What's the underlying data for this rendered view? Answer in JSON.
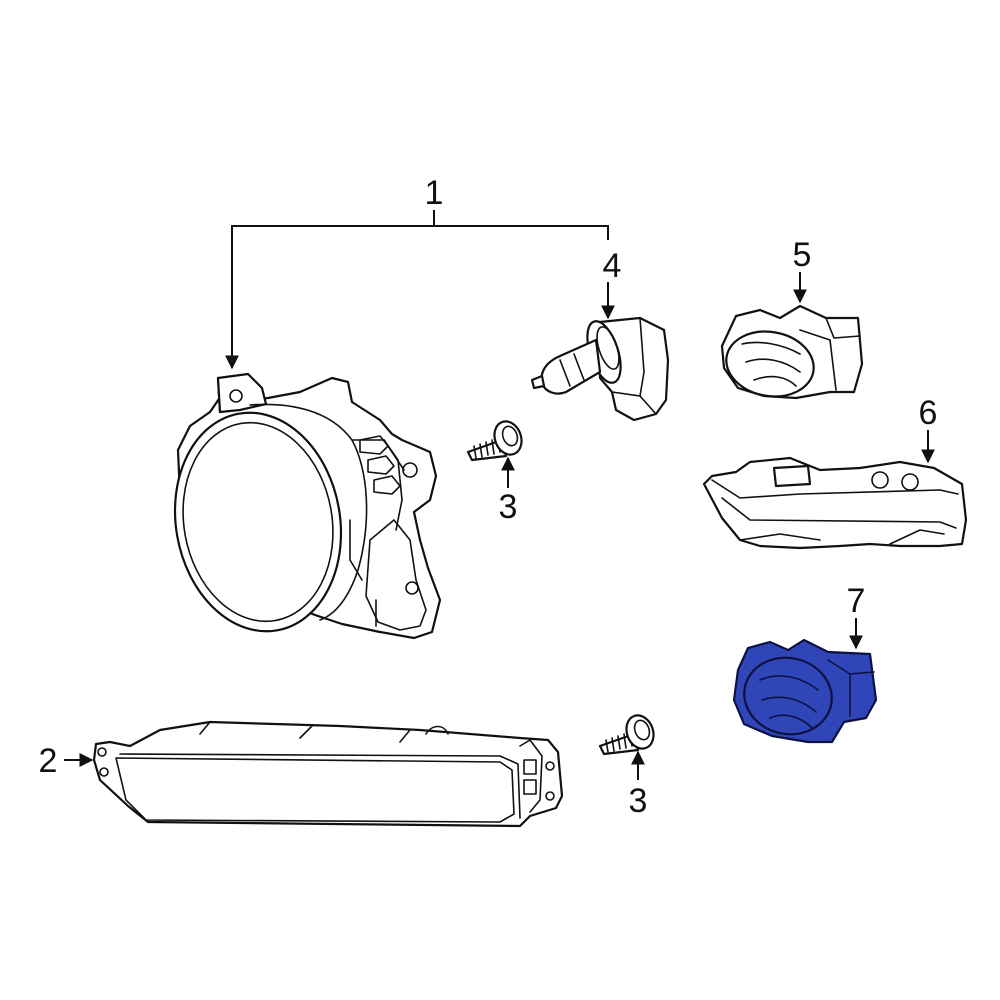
{
  "diagram": {
    "highlight_color": "#2f45b8",
    "line_color": "#111111",
    "background": "#ffffff"
  },
  "callouts": {
    "c1": "1",
    "c2": "2",
    "c3a": "3",
    "c3b": "3",
    "c4": "4",
    "c5": "5",
    "c6": "6",
    "c7": "7"
  },
  "parts": [
    {
      "callout": "1",
      "icon": "fog-lamp-assembly",
      "highlighted": false
    },
    {
      "callout": "2",
      "icon": "bezel-trim",
      "highlighted": false
    },
    {
      "callout": "3",
      "icon": "screw",
      "highlighted": false
    },
    {
      "callout": "4",
      "icon": "bulb",
      "highlighted": false
    },
    {
      "callout": "5",
      "icon": "fog-lamp-bracket",
      "highlighted": false
    },
    {
      "callout": "6",
      "icon": "fog-lamp-cover",
      "highlighted": false
    },
    {
      "callout": "7",
      "icon": "fog-lamp-bracket",
      "highlighted": true
    }
  ]
}
